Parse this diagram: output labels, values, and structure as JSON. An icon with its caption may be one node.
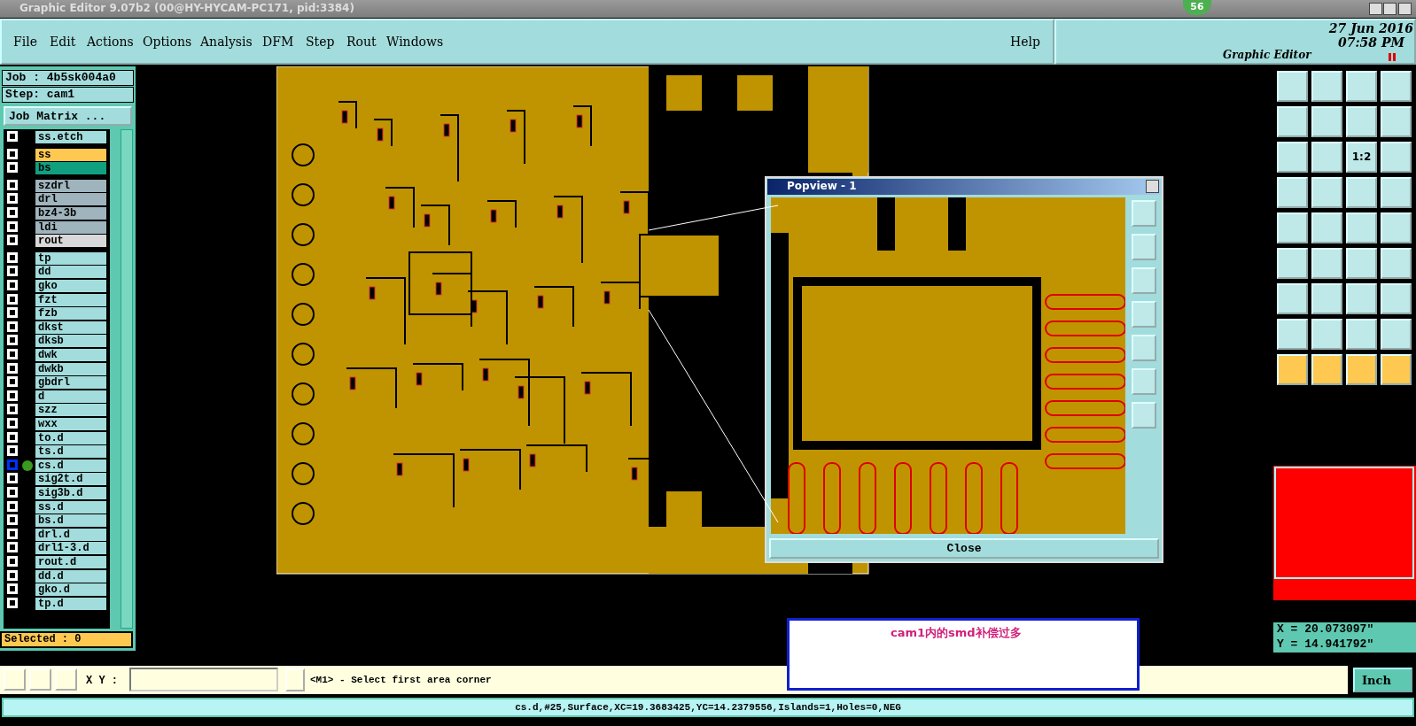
{
  "diagram": {
    "labels": [
      "Graphic Editor 9.07b2 (00@HY-HYCAM-PC171, pid:3384)",
      "56",
      "File",
      "Edit",
      "Actions",
      "Options",
      "Analysis",
      "DFM",
      "Step",
      "Rout",
      "Windows",
      "Help",
      "27 Jun 2016",
      "07:58 PM",
      "Graphic Editor",
      "Job : 4b5sk004a0",
      "Step: cam1",
      "Job Matrix ...",
      "ss.etch",
      "ss",
      "bs",
      "szdrl",
      "drl",
      "bz4-3b",
      "ldi",
      "rout",
      "tp",
      "dd",
      "gko",
      "fzt",
      "fzb",
      "dkst",
      "dksb",
      "dwk",
      "dwkb",
      "gbdrl",
      "d",
      "szz",
      "wxx",
      "to.d",
      "ts.d",
      "cs.d",
      "sig2t.d",
      "sig3b.d",
      "ss.d",
      "bs.d",
      "drl.d",
      "drl1-3.d",
      "rout.d",
      "dd.d",
      "gko.d",
      "tp.d",
      "Selected : 0",
      "Popview - 1",
      "Close",
      "cam1内的smd补偿过多",
      "X = 20.073097\"",
      "Y = 14.941792\"",
      "X Y :",
      "<M1> - Select first area corner",
      "Inch",
      "cs.d,#25,Surface,XC=19.3683425,YC=14.2379556,Islands=1,Holes=0,NEG",
      "1:2"
    ]
  }
}
